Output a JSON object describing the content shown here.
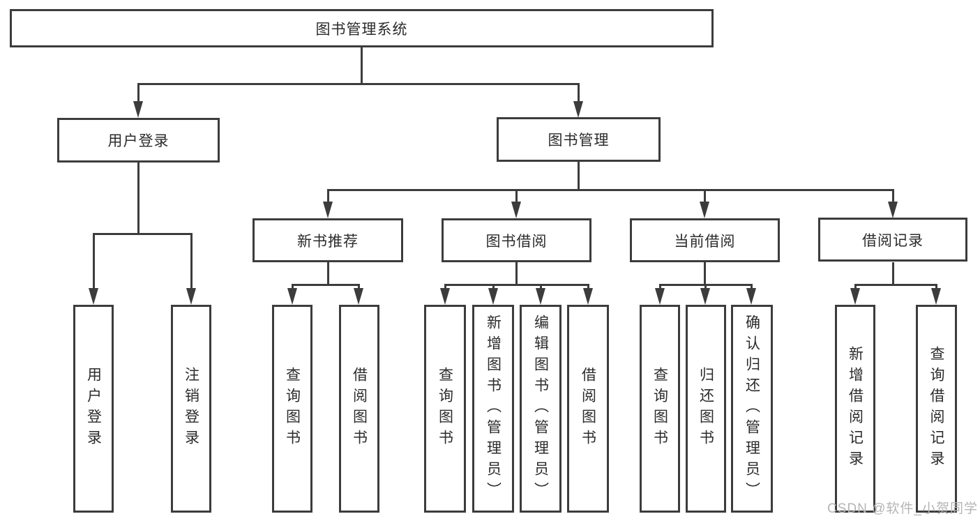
{
  "colors": {
    "line": "#3c3c3c",
    "text": "#2b2b2b",
    "watermark": "#b5b5b5",
    "background": "#ffffff"
  },
  "watermark": {
    "text": "CSDN @软件_小贺同学"
  },
  "tree": {
    "label": "图书管理系统",
    "children": [
      {
        "label": "用户登录",
        "children": [
          {
            "label": "用户登录"
          },
          {
            "label": "注销登录"
          }
        ]
      },
      {
        "label": "图书管理",
        "children": [
          {
            "label": "新书推荐",
            "children": [
              {
                "label": "查询图书"
              },
              {
                "label": "借阅图书"
              }
            ]
          },
          {
            "label": "图书借阅",
            "children": [
              {
                "label": "查询图书"
              },
              {
                "label": "新增图书（管理员）"
              },
              {
                "label": "编辑图书（管理员）"
              },
              {
                "label": "借阅图书"
              }
            ]
          },
          {
            "label": "当前借阅",
            "children": [
              {
                "label": "查询图书"
              },
              {
                "label": "归还图书"
              },
              {
                "label": "确认归还（管理员）"
              }
            ]
          },
          {
            "label": "借阅记录",
            "children": [
              {
                "label": "新增借阅记录"
              },
              {
                "label": "查询借阅记录"
              }
            ]
          }
        ]
      }
    ]
  }
}
